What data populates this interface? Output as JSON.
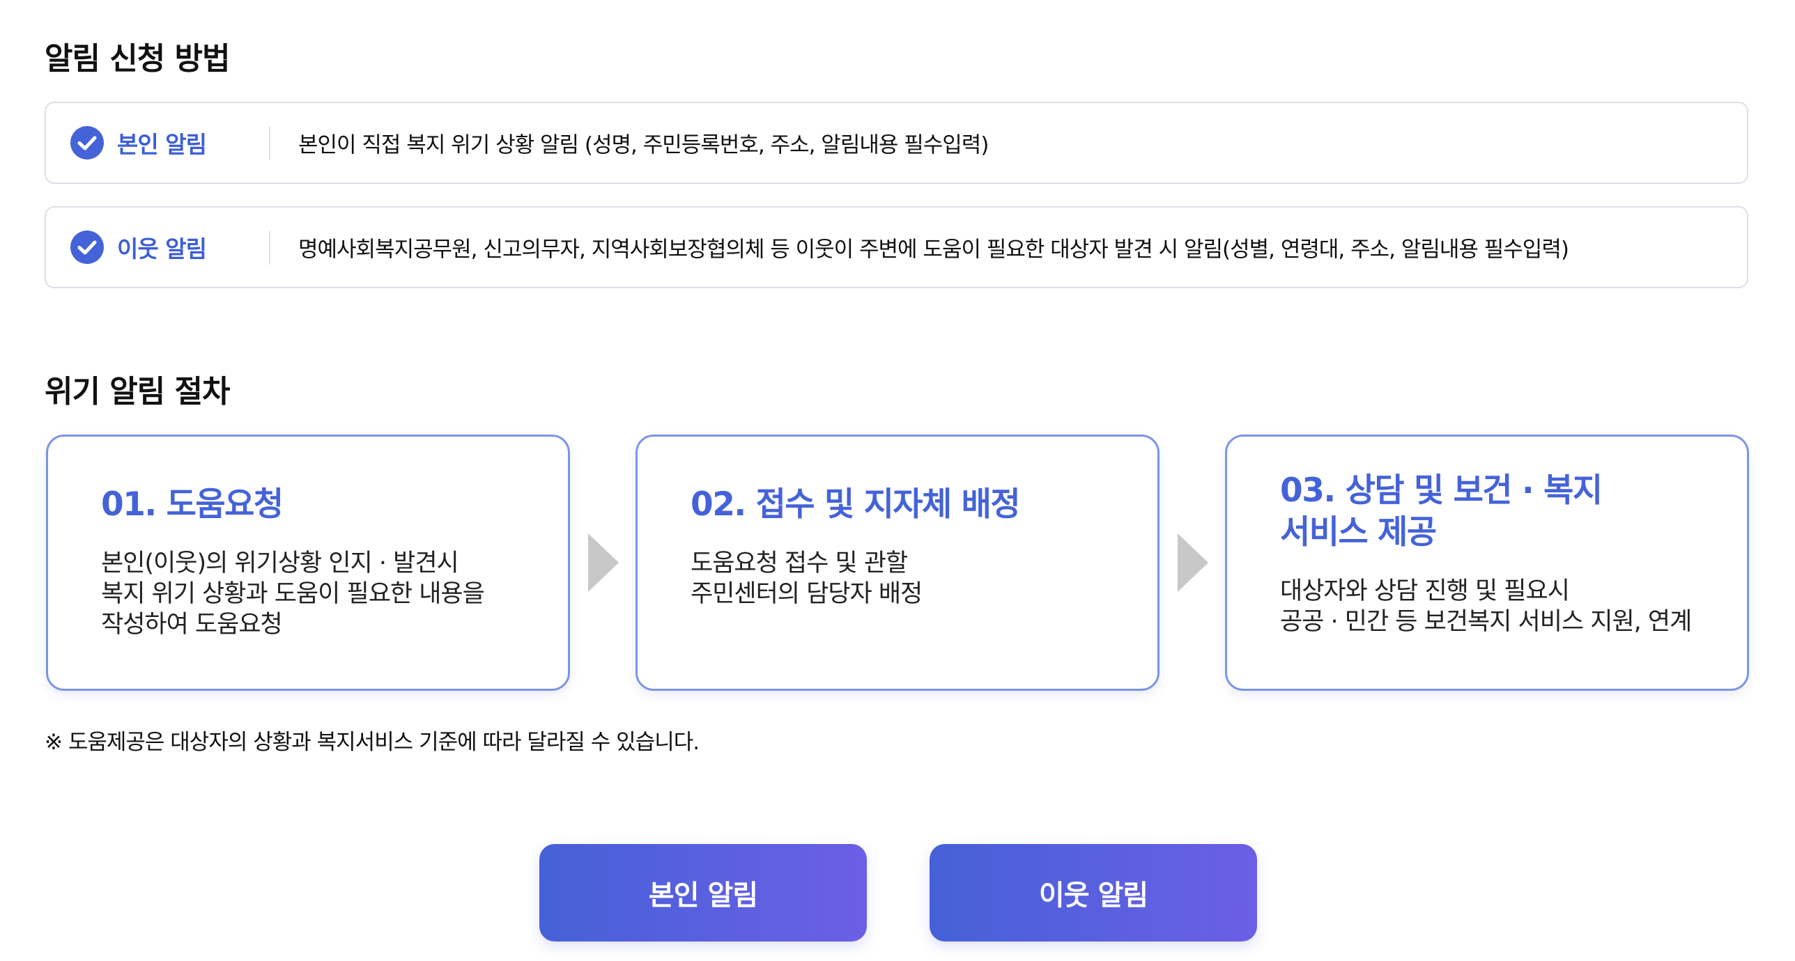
{
  "method_section": {
    "title": "알림 신청 방법",
    "items": [
      {
        "label": "본인 알림",
        "description": "본인이 직접 복지 위기 상황 알림 (성명, 주민등록번호, 주소, 알림내용 필수입력)",
        "icon": "check-circle-icon"
      },
      {
        "label": "이웃 알림",
        "description": "명예사회복지공무원, 신고의무자, 지역사회보장협의체 등 이웃이 주변에 도움이 필요한 대상자 발견 시 알림(성별, 연령대, 주소, 알림내용 필수입력)",
        "icon": "check-circle-icon"
      }
    ]
  },
  "procedure_section": {
    "title": "위기 알림 절차",
    "steps": [
      {
        "title_lines": [
          "01. 도움요청"
        ],
        "description_lines": [
          "본인(이웃)의 위기상황 인지 · 발견시",
          "복지 위기 상황과 도움이 필요한 내용을",
          "작성하여 도움요청"
        ]
      },
      {
        "title_lines": [
          "02. 접수 및 지자체 배정"
        ],
        "description_lines": [
          "도움요청 접수 및 관할",
          "주민센터의 담당자 배정"
        ]
      },
      {
        "title_lines": [
          "03. 상담 및 보건 · 복지",
          "서비스 제공"
        ],
        "description_lines": [
          "대상자와 상담 진행 및 필요시",
          "공공 · 민간 등 보건복지 서비스 지원, 연계"
        ]
      }
    ],
    "note": "※ 도움제공은 대상자의 상황과 복지서비스 기준에 따라 달라질 수 있습니다."
  },
  "actions": {
    "self_button": "본인 알림",
    "neighbor_button": "이웃 알림"
  },
  "colors": {
    "accent": "#4563d8",
    "card_border": "#7b95e8",
    "row_border": "#dcdfe6",
    "button_gradient_start": "#4661d8",
    "button_gradient_end": "#6b5fe6",
    "arrow": "#c8c8c8"
  }
}
